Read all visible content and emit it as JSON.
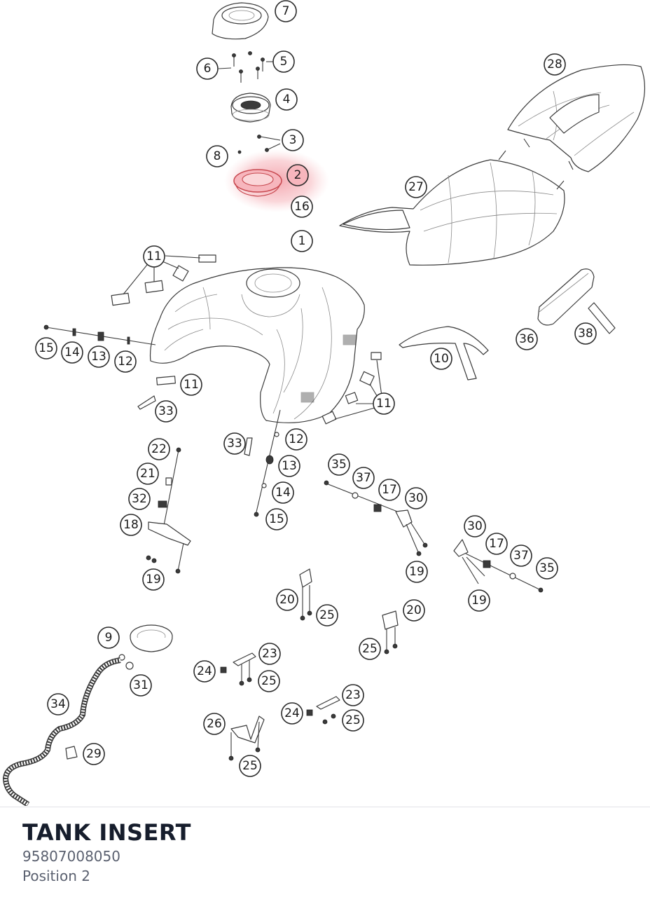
{
  "part": {
    "title": "TANK INSERT",
    "number": "95807008050",
    "position": "Position 2"
  },
  "diagram": {
    "highlight_color": "#f2a0a8",
    "highlighted_callout": "2",
    "callouts": [
      "7",
      "6",
      "5",
      "4",
      "3",
      "8",
      "2",
      "16",
      "1",
      "28",
      "27",
      "11",
      "36",
      "38",
      "15",
      "14",
      "13",
      "12",
      "10",
      "11",
      "11",
      "33",
      "33",
      "12",
      "13",
      "14",
      "15",
      "22",
      "21",
      "32",
      "18",
      "19",
      "35",
      "37",
      "17",
      "30",
      "19",
      "30",
      "17",
      "37",
      "35",
      "19",
      "20",
      "25",
      "20",
      "25",
      "9",
      "31",
      "23",
      "24",
      "25",
      "34",
      "23",
      "24",
      "25",
      "26",
      "29",
      "25"
    ]
  }
}
